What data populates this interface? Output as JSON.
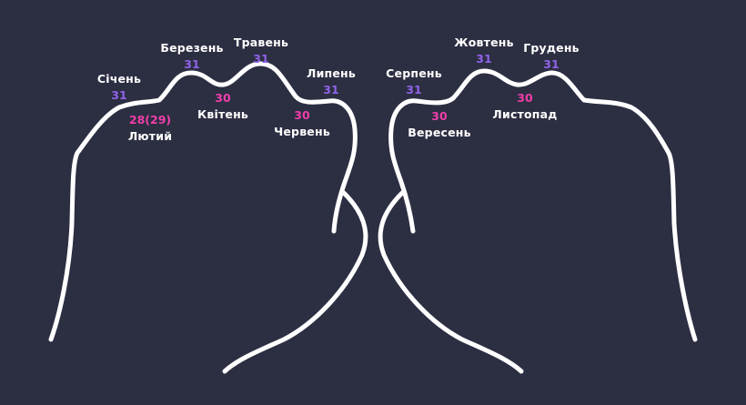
{
  "colors": {
    "background": "#2c2e42",
    "outline": "#ffffff",
    "days_31": "#8f63e8",
    "days_30_or_less": "#ee3fa8",
    "label": "#ffffff"
  },
  "months": [
    {
      "name": "Січень",
      "days": "31"
    },
    {
      "name": "Лютий",
      "days": "28(29)"
    },
    {
      "name": "Березень",
      "days": "31"
    },
    {
      "name": "Квітень",
      "days": "30"
    },
    {
      "name": "Травень",
      "days": "31"
    },
    {
      "name": "Червень",
      "days": "30"
    },
    {
      "name": "Липень",
      "days": "31"
    },
    {
      "name": "Серпень",
      "days": "31"
    },
    {
      "name": "Вересень",
      "days": "30"
    },
    {
      "name": "Жовтень",
      "days": "31"
    },
    {
      "name": "Листопад",
      "days": "30"
    },
    {
      "name": "Грудень",
      "days": "31"
    }
  ]
}
